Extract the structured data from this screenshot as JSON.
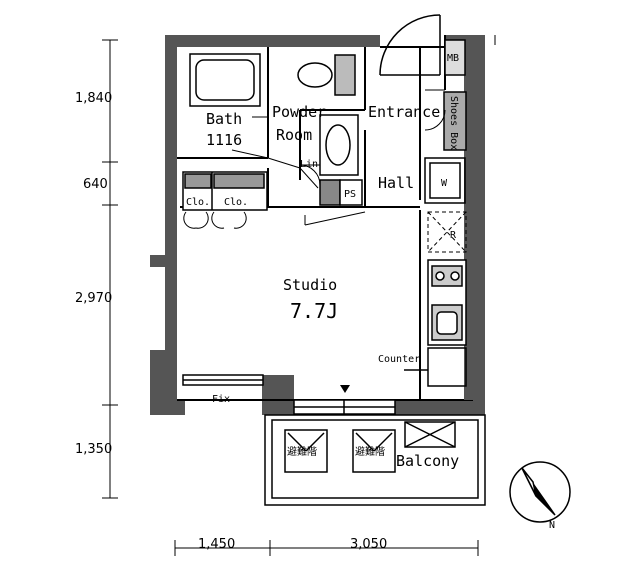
{
  "rooms": {
    "bath_label": "Bath",
    "bath_size": "1116",
    "powder_room_line1": "Powder",
    "powder_room_line2": "Room",
    "entrance": "Entrance",
    "linen": "Lin",
    "ps": "PS",
    "hall": "Hall",
    "washer": "W",
    "shoes_box": "Shoes Box",
    "meter_box": "MB",
    "refrigerator": "R",
    "closet_1": "Clo.",
    "closet_2": "Clo.",
    "studio": "Studio",
    "studio_size": "7.7J",
    "counter": "Counter",
    "fix_window": "Fix",
    "balcony": "Balcony",
    "evac_ladder_1": "避難階",
    "evac_ladder_2": "避難階"
  },
  "dimensions": {
    "left": [
      "1,840",
      "640",
      "2,970",
      "1,350"
    ],
    "bottom": [
      "1,450",
      "3,050"
    ]
  },
  "compass": {
    "north_label": "N"
  }
}
